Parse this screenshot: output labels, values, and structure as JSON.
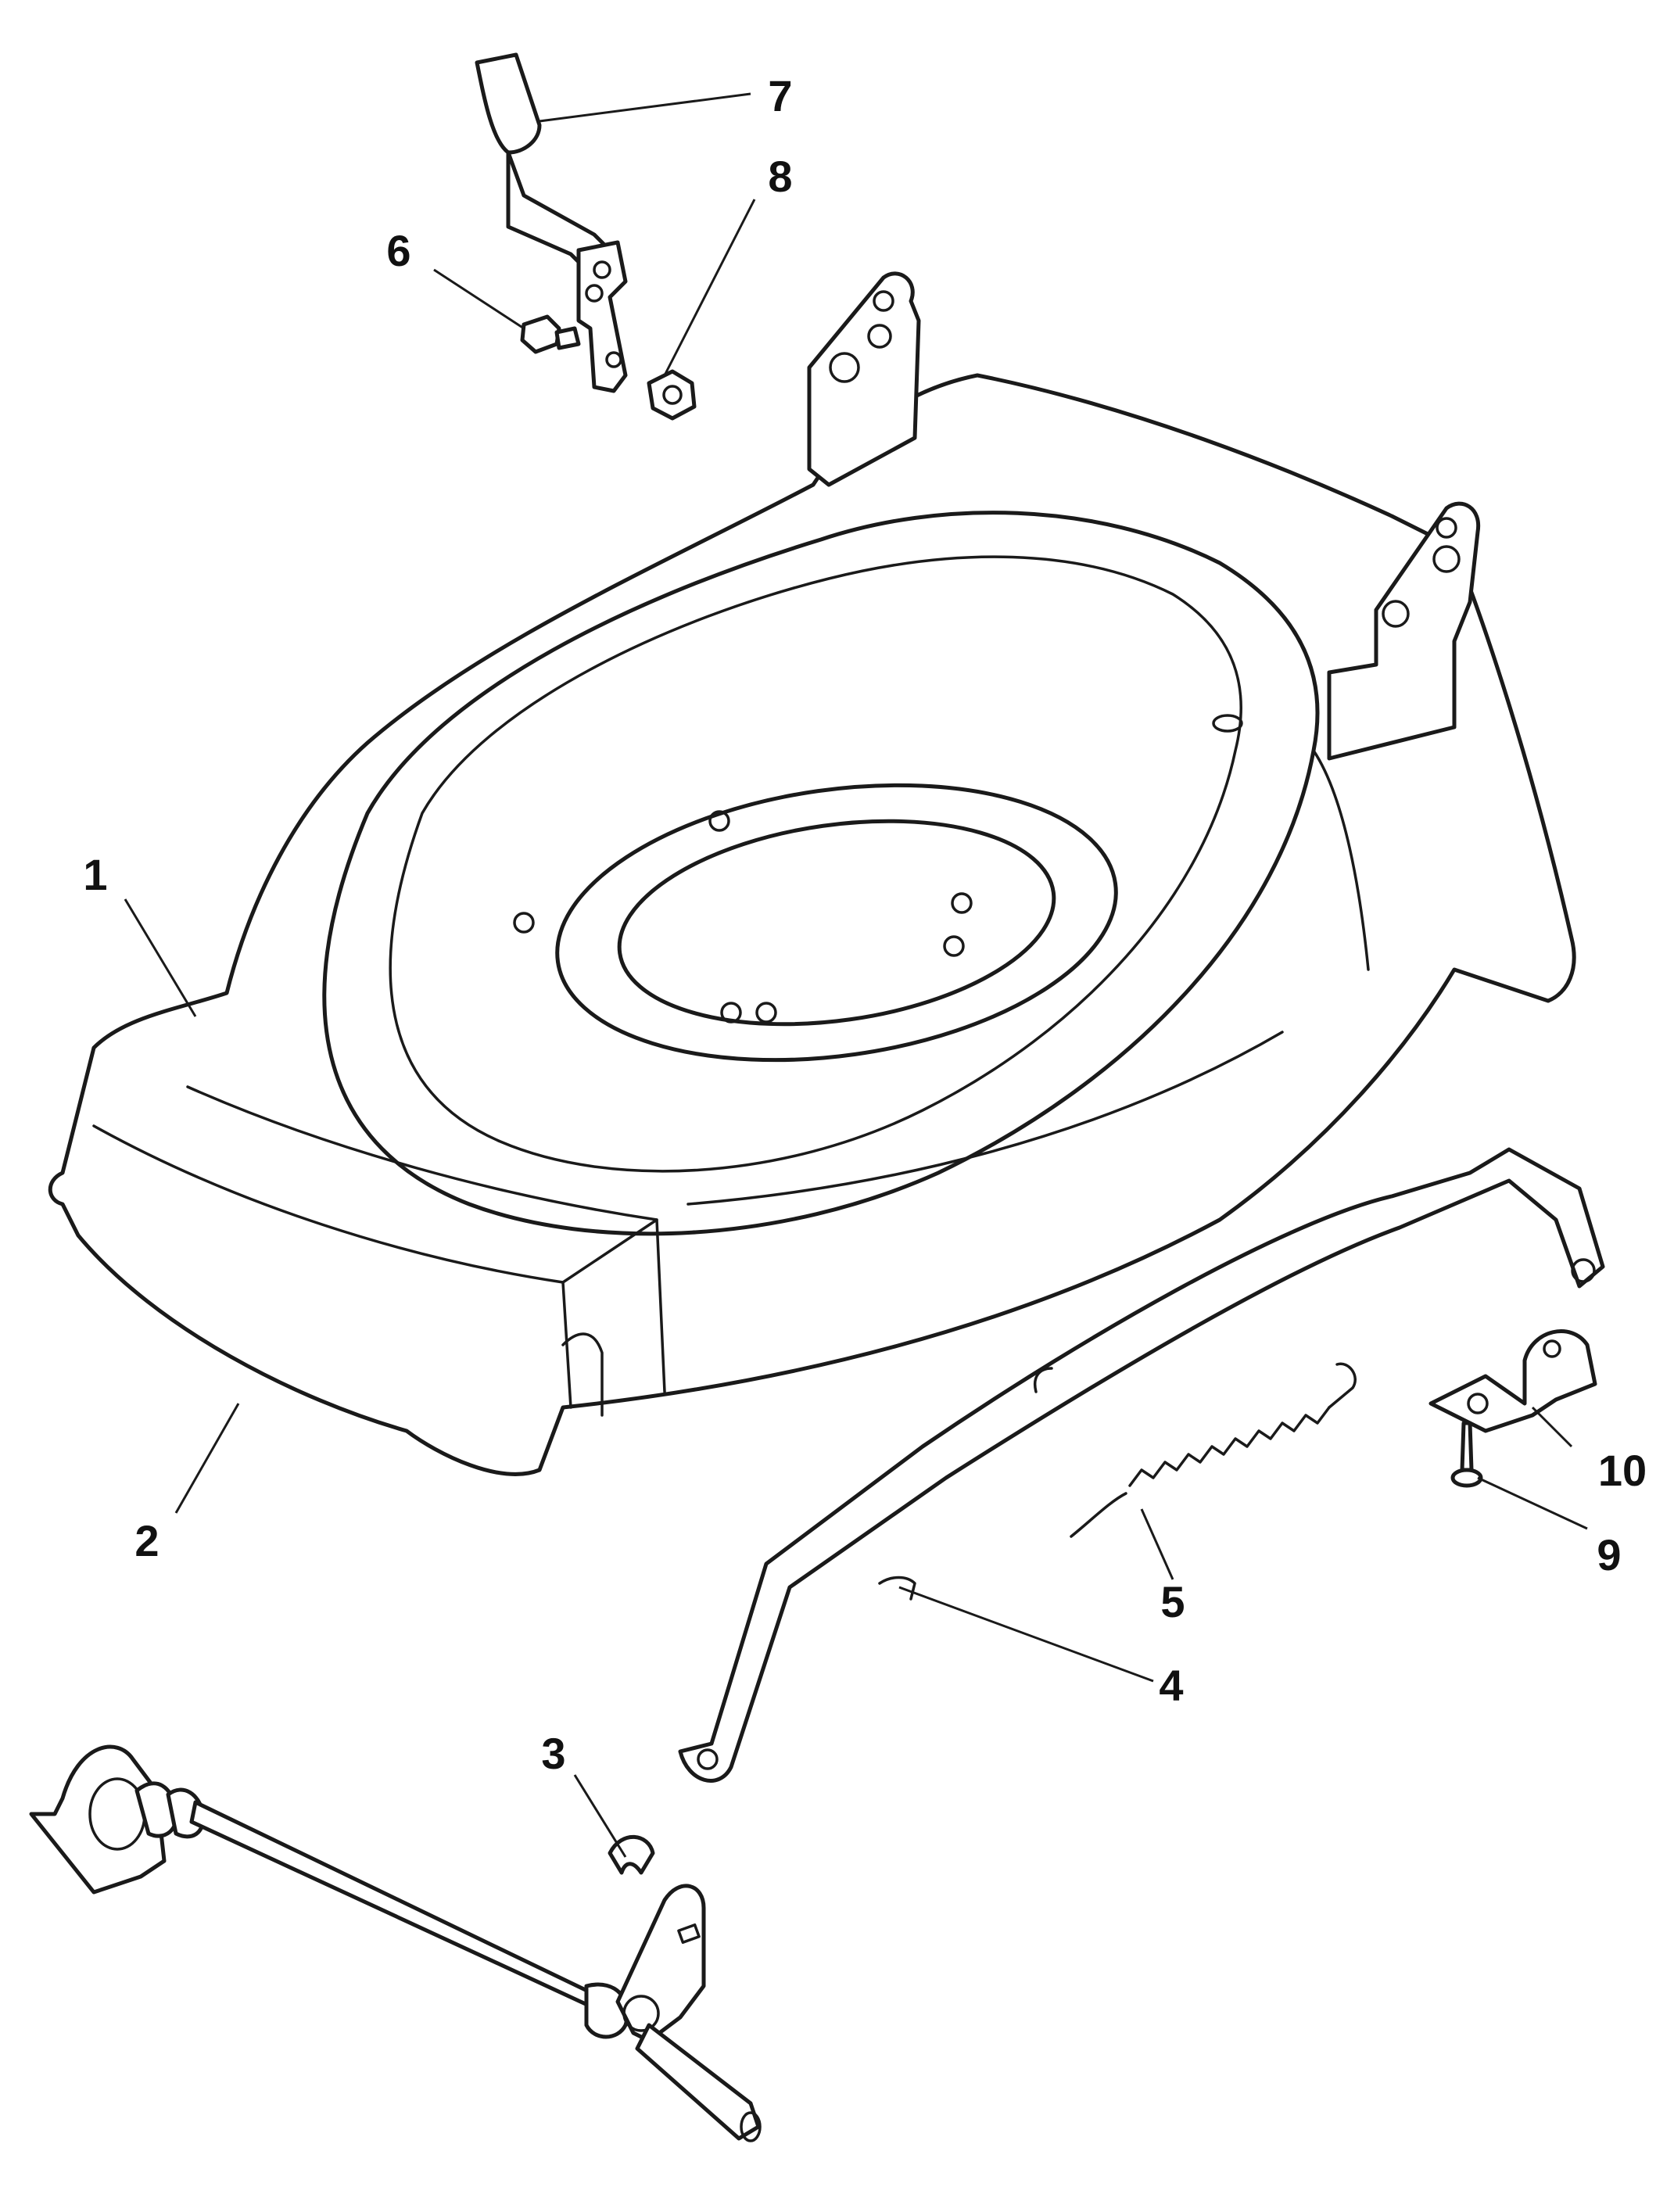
{
  "callouts": [
    {
      "id": "c1",
      "label": "1"
    },
    {
      "id": "c2",
      "label": "2"
    },
    {
      "id": "c3",
      "label": "3"
    },
    {
      "id": "c4",
      "label": "4"
    },
    {
      "id": "c5",
      "label": "5"
    },
    {
      "id": "c6",
      "label": "6"
    },
    {
      "id": "c7",
      "label": "7"
    },
    {
      "id": "c8",
      "label": "8"
    },
    {
      "id": "c9",
      "label": "9"
    },
    {
      "id": "c10",
      "label": "10"
    }
  ],
  "colors": {
    "line": "#1a1a1a",
    "background": "#ffffff"
  }
}
